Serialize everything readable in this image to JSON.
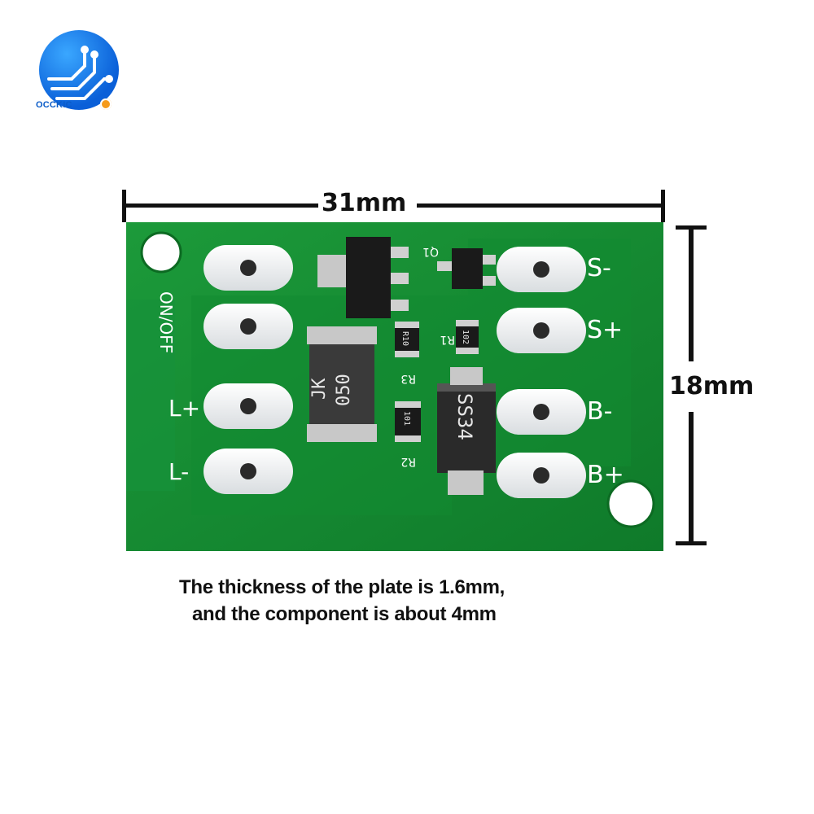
{
  "logo": {
    "brand": "OCCKIC"
  },
  "dimensions": {
    "width_label": "31mm",
    "height_label": "18mm"
  },
  "board": {
    "silkscreen": {
      "switch": "ON/OFF",
      "q1": "Q1",
      "r1": "R1",
      "r2": "R2",
      "r3": "R3",
      "r3_code": "R10",
      "r1_code": "102",
      "r2_code": "101",
      "pads_right": [
        "S-",
        "S+",
        "B-",
        "B+"
      ],
      "pads_left": [
        "L+",
        "L-"
      ]
    },
    "fuse_marking": [
      "JK",
      "050"
    ],
    "diode_marking": "SS34"
  },
  "caption": {
    "line1": "The thickness of the plate is 1.6mm,",
    "line2": "and the component is about 4mm"
  }
}
